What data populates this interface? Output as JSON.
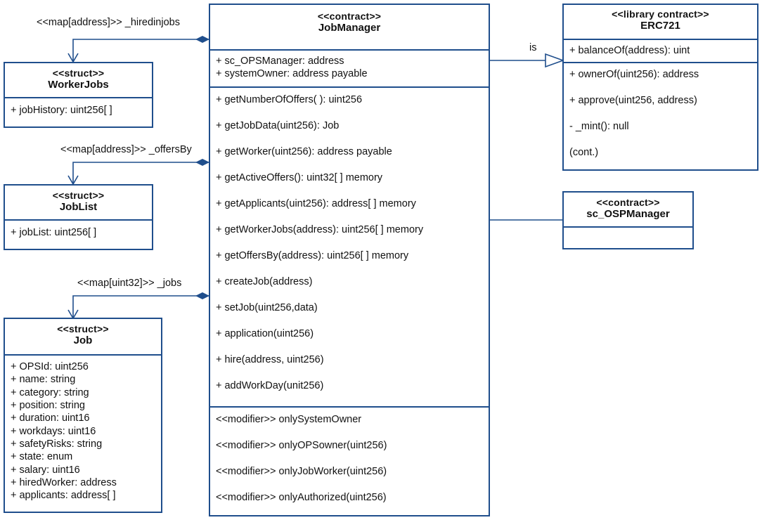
{
  "job_manager": {
    "stereotype": "<<contract>>",
    "name": "JobManager",
    "attributes": [
      "+ sc_OPSManager: address",
      "+ systemOwner: address payable"
    ],
    "methods": [
      "+ getNumberOfOffers( ): uint256",
      "+ getJobData(uint256): Job",
      "+ getWorker(uint256): address payable",
      "+ getActiveOffers(): uint32[ ] memory",
      "+ getApplicants(uint256): address[ ] memory",
      "+ getWorkerJobs(address): uint256[ ] memory",
      "+ getOffersBy(address): uint256[ ] memory",
      "+ createJob(address)",
      "+ setJob(uint256,data)",
      "+ application(uint256)",
      "+ hire(address, uint256)",
      "+ addWorkDay(unit256)"
    ],
    "modifiers": [
      "<<modifier>> onlySystemOwner",
      "<<modifier>> onlyOPSowner(uint256)",
      "<<modifier>> onlyJobWorker(uint256)",
      "<<modifier>> onlyAuthorized(uint256)"
    ]
  },
  "erc721": {
    "stereotype": "<<library contract>>",
    "name": "ERC721",
    "attributes": [
      "+ balanceOf(address): uint"
    ],
    "methods": [
      "+ ownerOf(uint256): address",
      "+ approve(uint256, address)",
      "-  _mint(): null",
      "(cont.)"
    ]
  },
  "osp_manager": {
    "stereotype": "<<contract>>",
    "name": "sc_OSPManager"
  },
  "worker_jobs": {
    "stereotype": "<<struct>>",
    "name": "WorkerJobs",
    "fields": [
      "+ jobHistory: uint256[ ]"
    ]
  },
  "job_list": {
    "stereotype": "<<struct>>",
    "name": "JobList",
    "fields": [
      "+ jobList: uint256[ ]"
    ]
  },
  "job": {
    "stereotype": "<<struct>>",
    "name": "Job",
    "fields": [
      "+ OPSId: uint256",
      "+ name: string",
      "+ category: string",
      "+ position: string",
      "+ duration: uint16",
      "+ workdays: uint16",
      "+ safetyRisks: string",
      "+ state: enum",
      "+ salary: uint16",
      "+ hiredWorker: address",
      "+ applicants: address[ ]"
    ]
  },
  "labels": {
    "hired_map": "<<map[address]>> _hiredinjobs",
    "offers_map": "<<map[address]>> _offersBy",
    "jobs_map": "<<map[uint32]>> _jobs",
    "is": "is"
  },
  "colors": {
    "line": "#1f4e8c"
  }
}
